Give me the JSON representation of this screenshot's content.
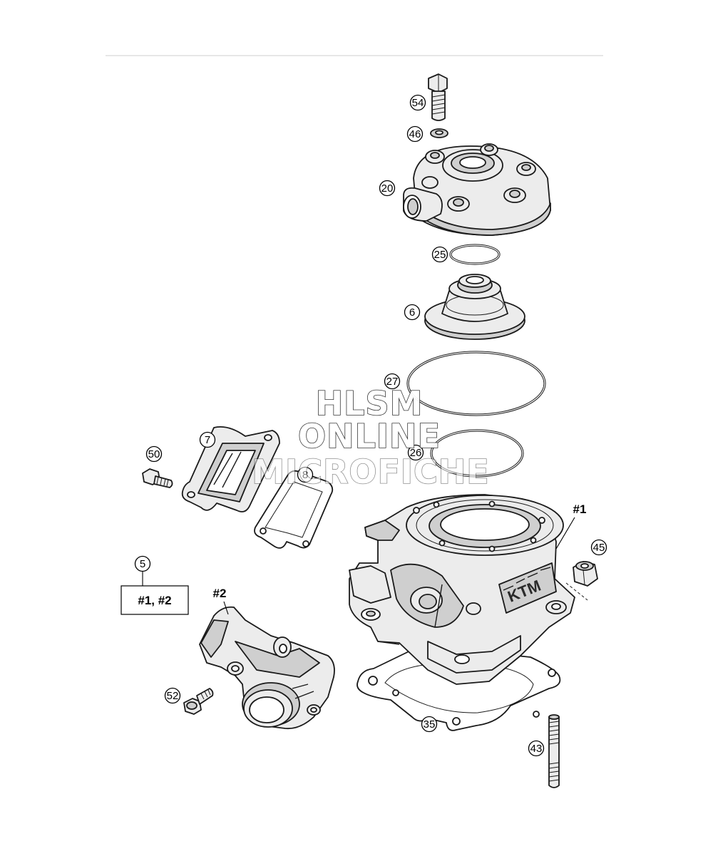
{
  "watermark": {
    "line1": "HLSM",
    "line2": "ONLINE",
    "line3": "MICROFICHE"
  },
  "callouts": {
    "c54": "54",
    "c46": "46",
    "c20": "20",
    "c25": "25",
    "c6": "6",
    "c27": "27",
    "c26": "26",
    "c7": "7",
    "c8": "8",
    "c50": "50",
    "c5": "5",
    "c45": "45",
    "c52": "52",
    "c35": "35",
    "c43": "43"
  },
  "assemblies": {
    "a1": "#1",
    "a2": "#2",
    "kit": "#1, #2"
  }
}
